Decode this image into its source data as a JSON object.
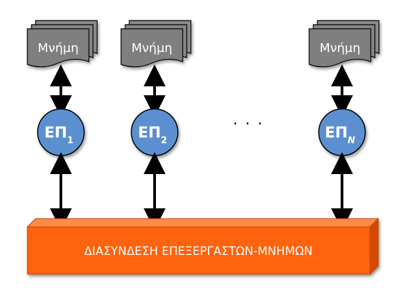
{
  "memories": [
    {
      "label": "Μνήμη"
    },
    {
      "label": "Μνήμη"
    },
    {
      "label": "Μνήμη"
    }
  ],
  "processors": [
    {
      "main": "ΕΠ",
      "sub": "1"
    },
    {
      "main": "ΕΠ",
      "sub": "2"
    },
    {
      "main": "ΕΠ",
      "sub": "N"
    }
  ],
  "ellipsis": "· · ·",
  "interconnect": {
    "label": "ΔΙΑΣΥΝΔΕΣΗ ΕΠΕΞΕΡΓΑΣΤΩΝ-ΜΝΗΜΩΝ"
  },
  "colors": {
    "memory_fill": "#7f7f7f",
    "memory_stroke": "#000000",
    "processor_fill": "#5b8fd0",
    "processor_stroke": "#000000",
    "bus_front": "#ff6410",
    "bus_top": "#ff8a4a",
    "bus_side": "#d54a00",
    "arrow": "#000000"
  }
}
